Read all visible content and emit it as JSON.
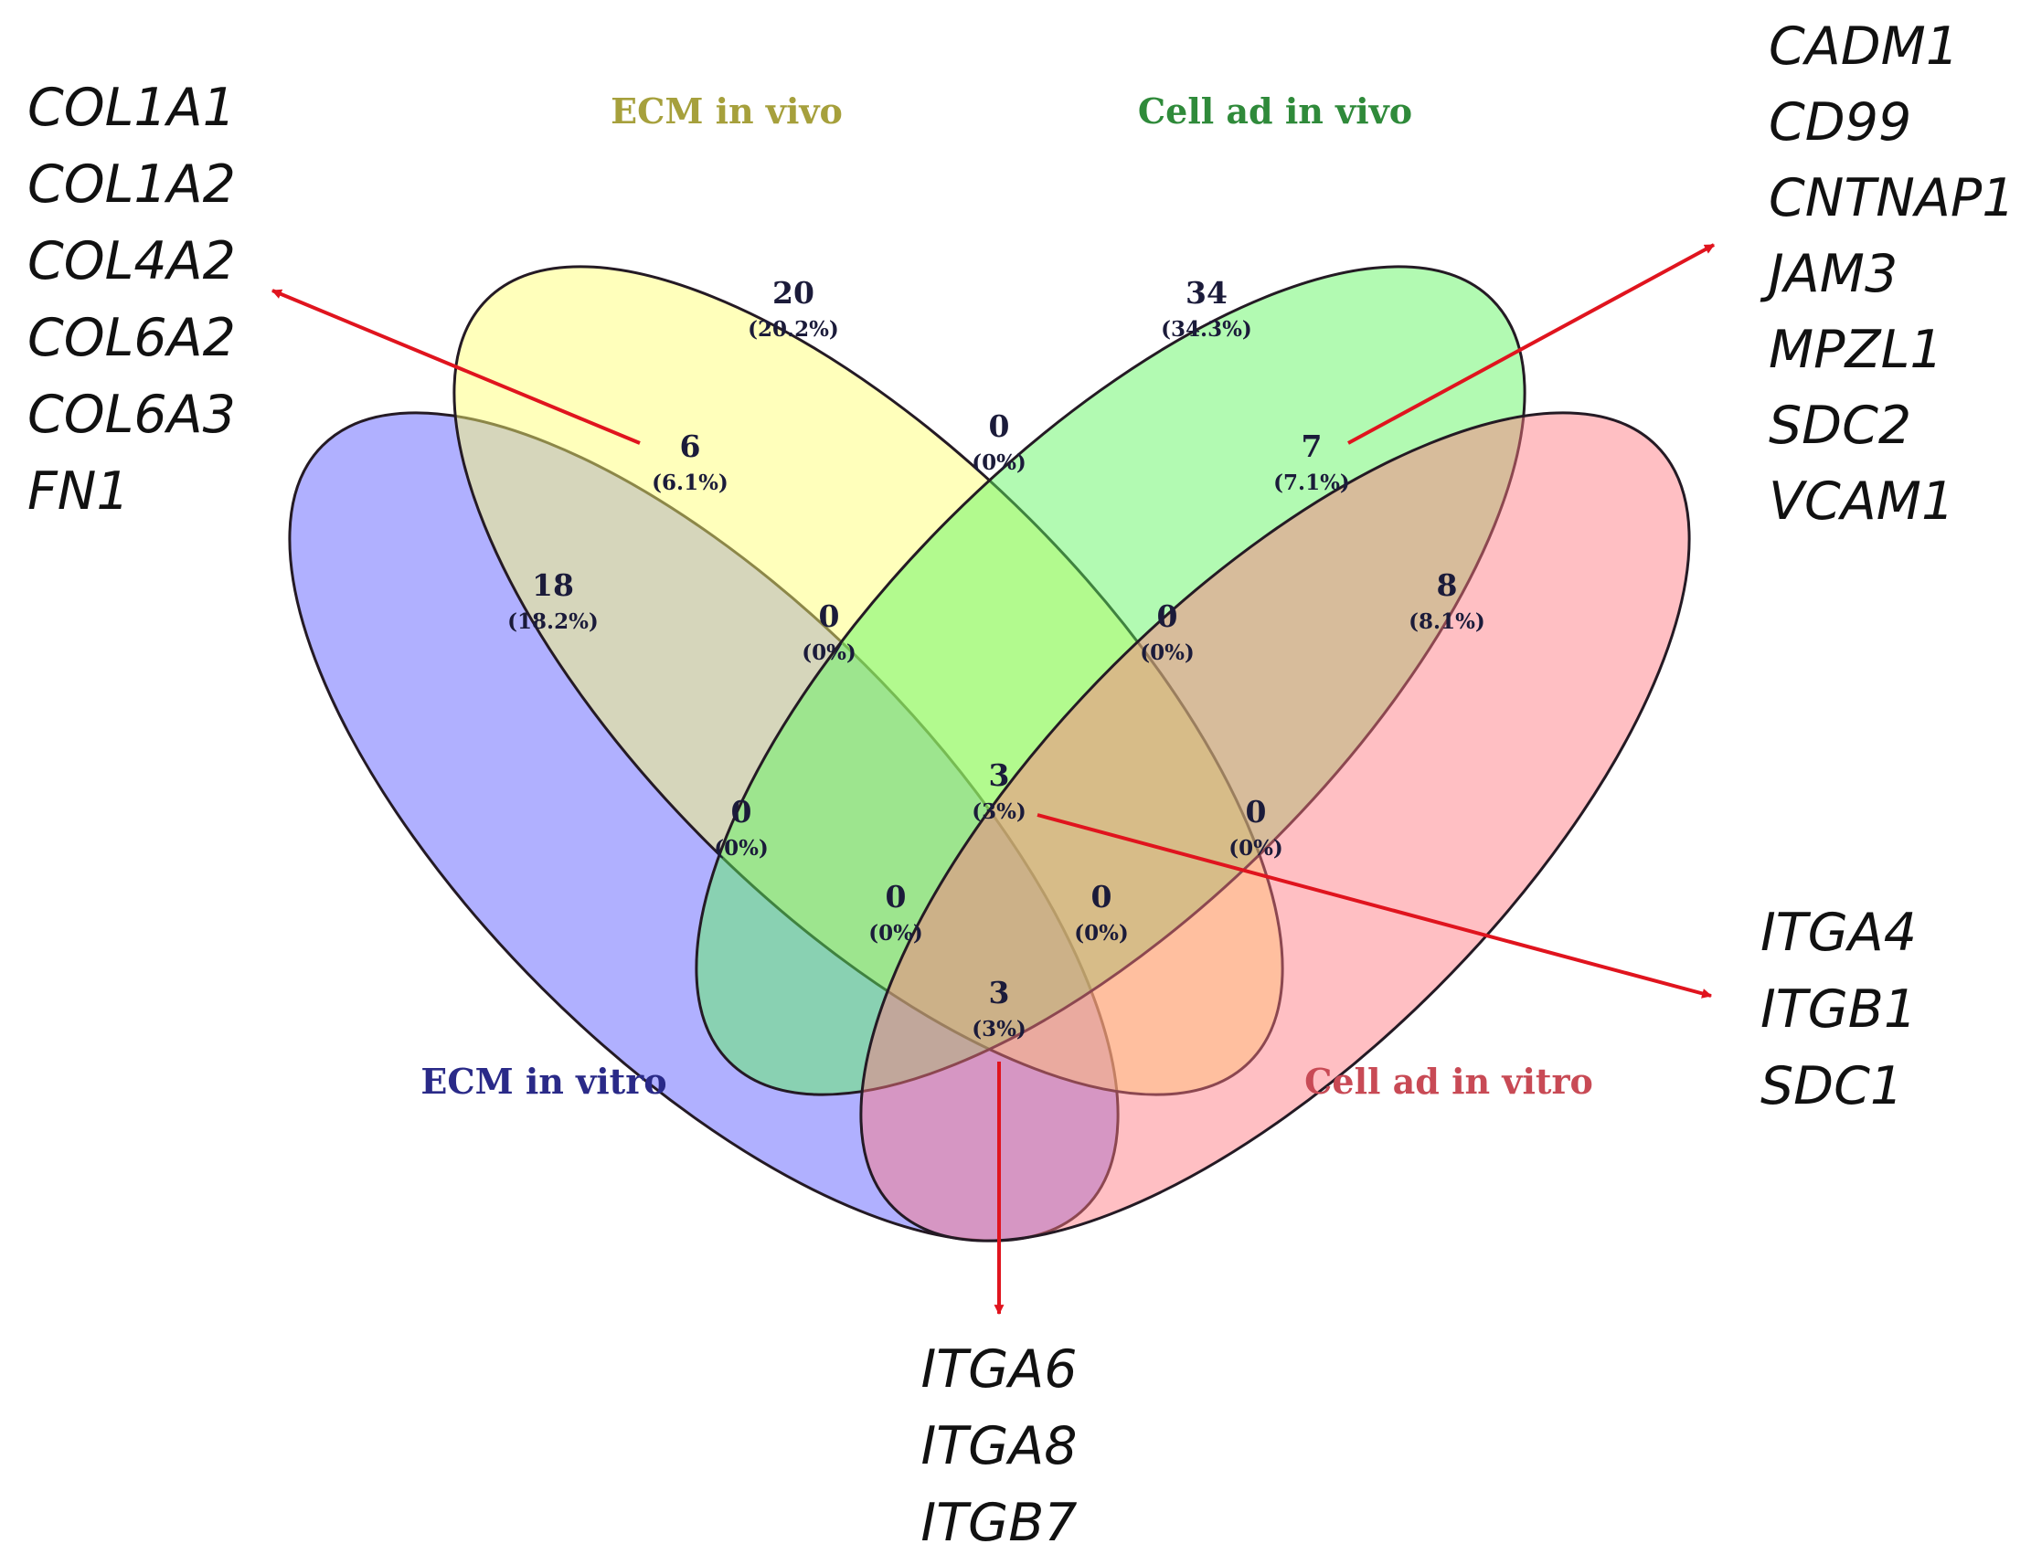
{
  "sets": {
    "ecm_in_vitro": {
      "label": "ECM in vitro",
      "fill": "#5a5aff",
      "label_color": "#2a2a88"
    },
    "ecm_in_vivo": {
      "label": "ECM in vivo",
      "fill": "#ffff70",
      "label_color": "#a6a03c"
    },
    "cell_ad_in_vivo": {
      "label": "Cell ad in vivo",
      "fill": "#5ef55e",
      "label_color": "#2f8a3a"
    },
    "cell_ad_in_vitro": {
      "label": "Cell ad in vitro",
      "fill": "#ff7a82",
      "label_color": "#c84a55"
    }
  },
  "regions": {
    "ecm_in_vitro_only": {
      "count": "18",
      "pct": "(18.2%)"
    },
    "ecm_in_vivo_only": {
      "count": "20",
      "pct": "(20.2%)"
    },
    "cell_ad_in_vivo_only": {
      "count": "34",
      "pct": "(34.3%)"
    },
    "cell_ad_in_vitro_only": {
      "count": "8",
      "pct": "(8.1%)"
    },
    "ecm_vitro_ecm_vivo": {
      "count": "6",
      "pct": "(6.1%)"
    },
    "ecm_vivo_cell_vivo": {
      "count": "0",
      "pct": "(0%)"
    },
    "cell_vivo_cell_vitro": {
      "count": "7",
      "pct": "(7.1%)"
    },
    "ecm_vitro_ecm_vivo_cell_vivo": {
      "count": "0",
      "pct": "(0%)"
    },
    "ecm_vivo_cell_vivo_cell_vitro": {
      "count": "0",
      "pct": "(0%)"
    },
    "all_four": {
      "count": "3",
      "pct": "(3%)"
    },
    "ecm_vitro_cell_vivo": {
      "count": "0",
      "pct": "(0%)"
    },
    "ecm_vivo_cell_vitro": {
      "count": "0",
      "pct": "(0%)"
    },
    "ecm_vitro_cell_vivo_cell_vitro": {
      "count": "0",
      "pct": "(0%)"
    },
    "ecm_vitro_ecm_vivo_cell_vitro": {
      "count": "0",
      "pct": "(0%)"
    },
    "ecm_vitro_cell_vitro": {
      "count": "3",
      "pct": "(3%)"
    }
  },
  "gene_lists": {
    "ecm_vitro_ecm_vivo": [
      "COL1A1",
      "COL1A2",
      "COL4A2",
      "COL6A2",
      "COL6A3",
      "FN1"
    ],
    "cell_vivo_cell_vitro": [
      "CADM1",
      "CD99",
      "CNTNAP1",
      "JAM3",
      "MPZL1",
      "SDC2",
      "VCAM1"
    ],
    "all_four": [
      "ITGA4",
      "ITGB1",
      "SDC1"
    ],
    "ecm_vitro_cell_vitro": [
      "ITGA6",
      "ITGA8",
      "ITGB7"
    ]
  },
  "arrow_color": "#e0141e"
}
